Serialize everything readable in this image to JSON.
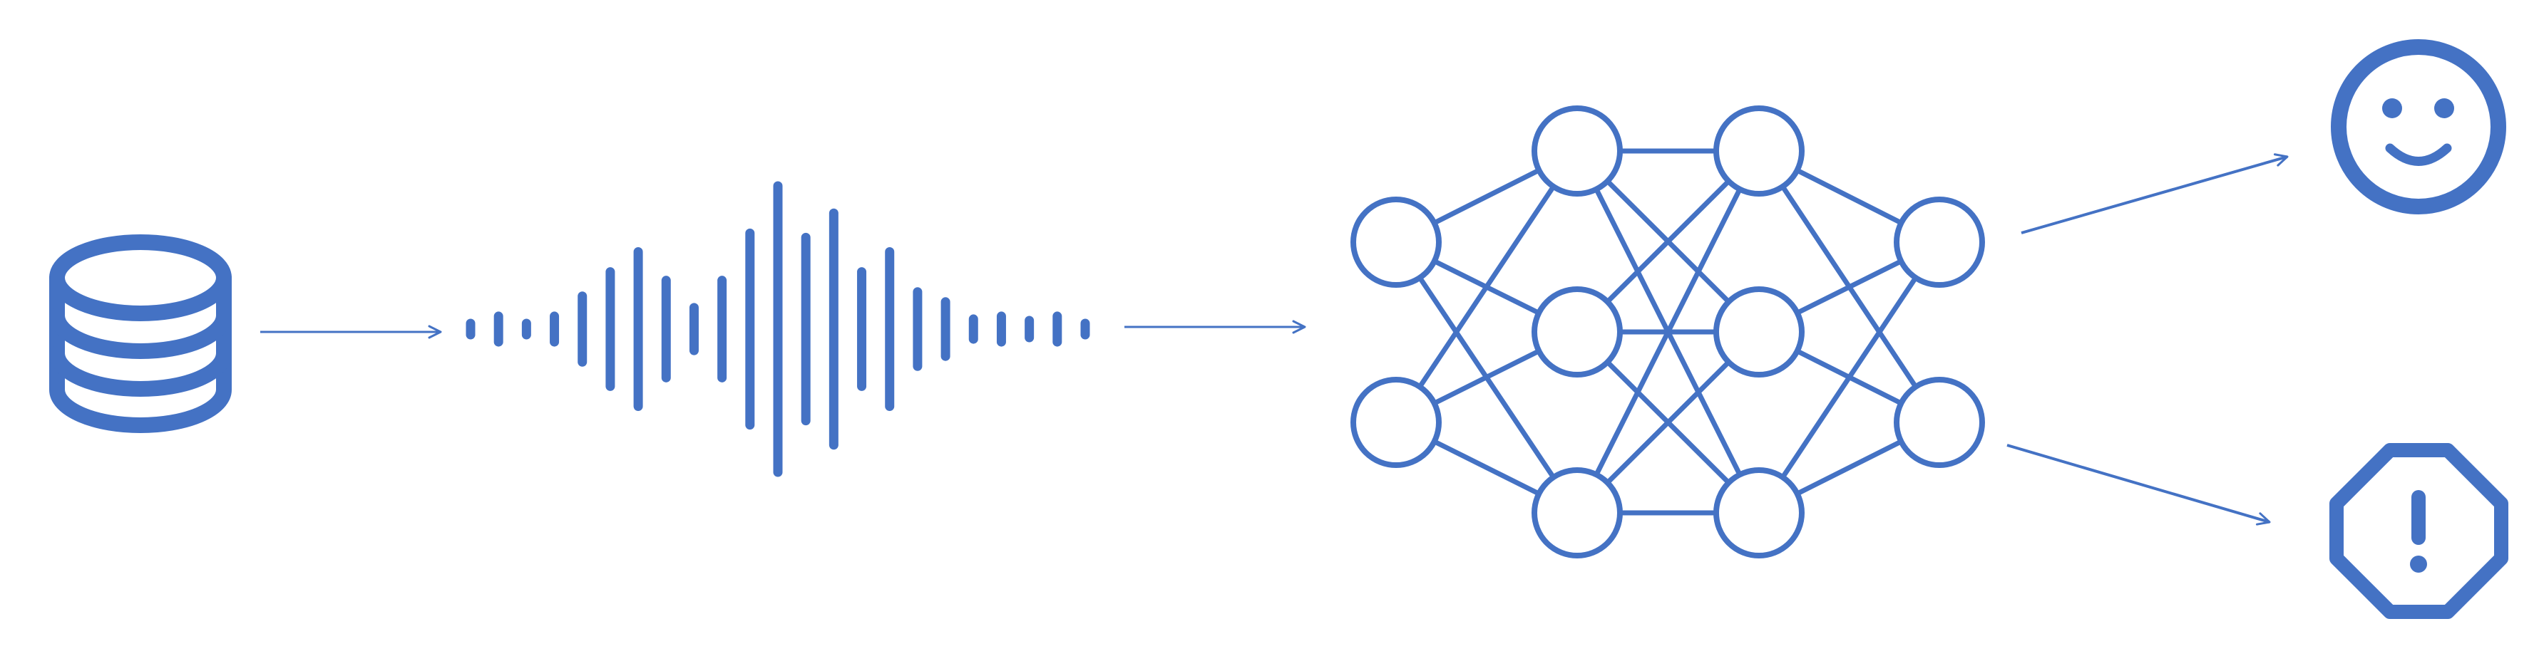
{
  "colors": {
    "accent": "#4472C4",
    "background": "#FFFFFF"
  },
  "pipeline": {
    "stages": [
      {
        "id": "data",
        "icon": "database-icon"
      },
      {
        "id": "audio",
        "icon": "sound-waveform-icon"
      },
      {
        "id": "model",
        "icon": "neural-network-icon"
      }
    ],
    "outputs": [
      {
        "id": "normal",
        "icon": "smiley-face-icon"
      },
      {
        "id": "anomaly",
        "icon": "warning-octagon-icon"
      }
    ]
  },
  "network": {
    "layer_sizes": [
      2,
      3,
      3,
      2
    ],
    "fully_connected": true
  },
  "waveform": {
    "bar_count": 23,
    "relative_heights": [
      0.04,
      0.09,
      0.04,
      0.09,
      0.23,
      0.4,
      0.54,
      0.34,
      0.15,
      0.34,
      0.67,
      1.0,
      0.64,
      0.81,
      0.4,
      0.54,
      0.26,
      0.19,
      0.07,
      0.09,
      0.06,
      0.09,
      0.04
    ]
  }
}
